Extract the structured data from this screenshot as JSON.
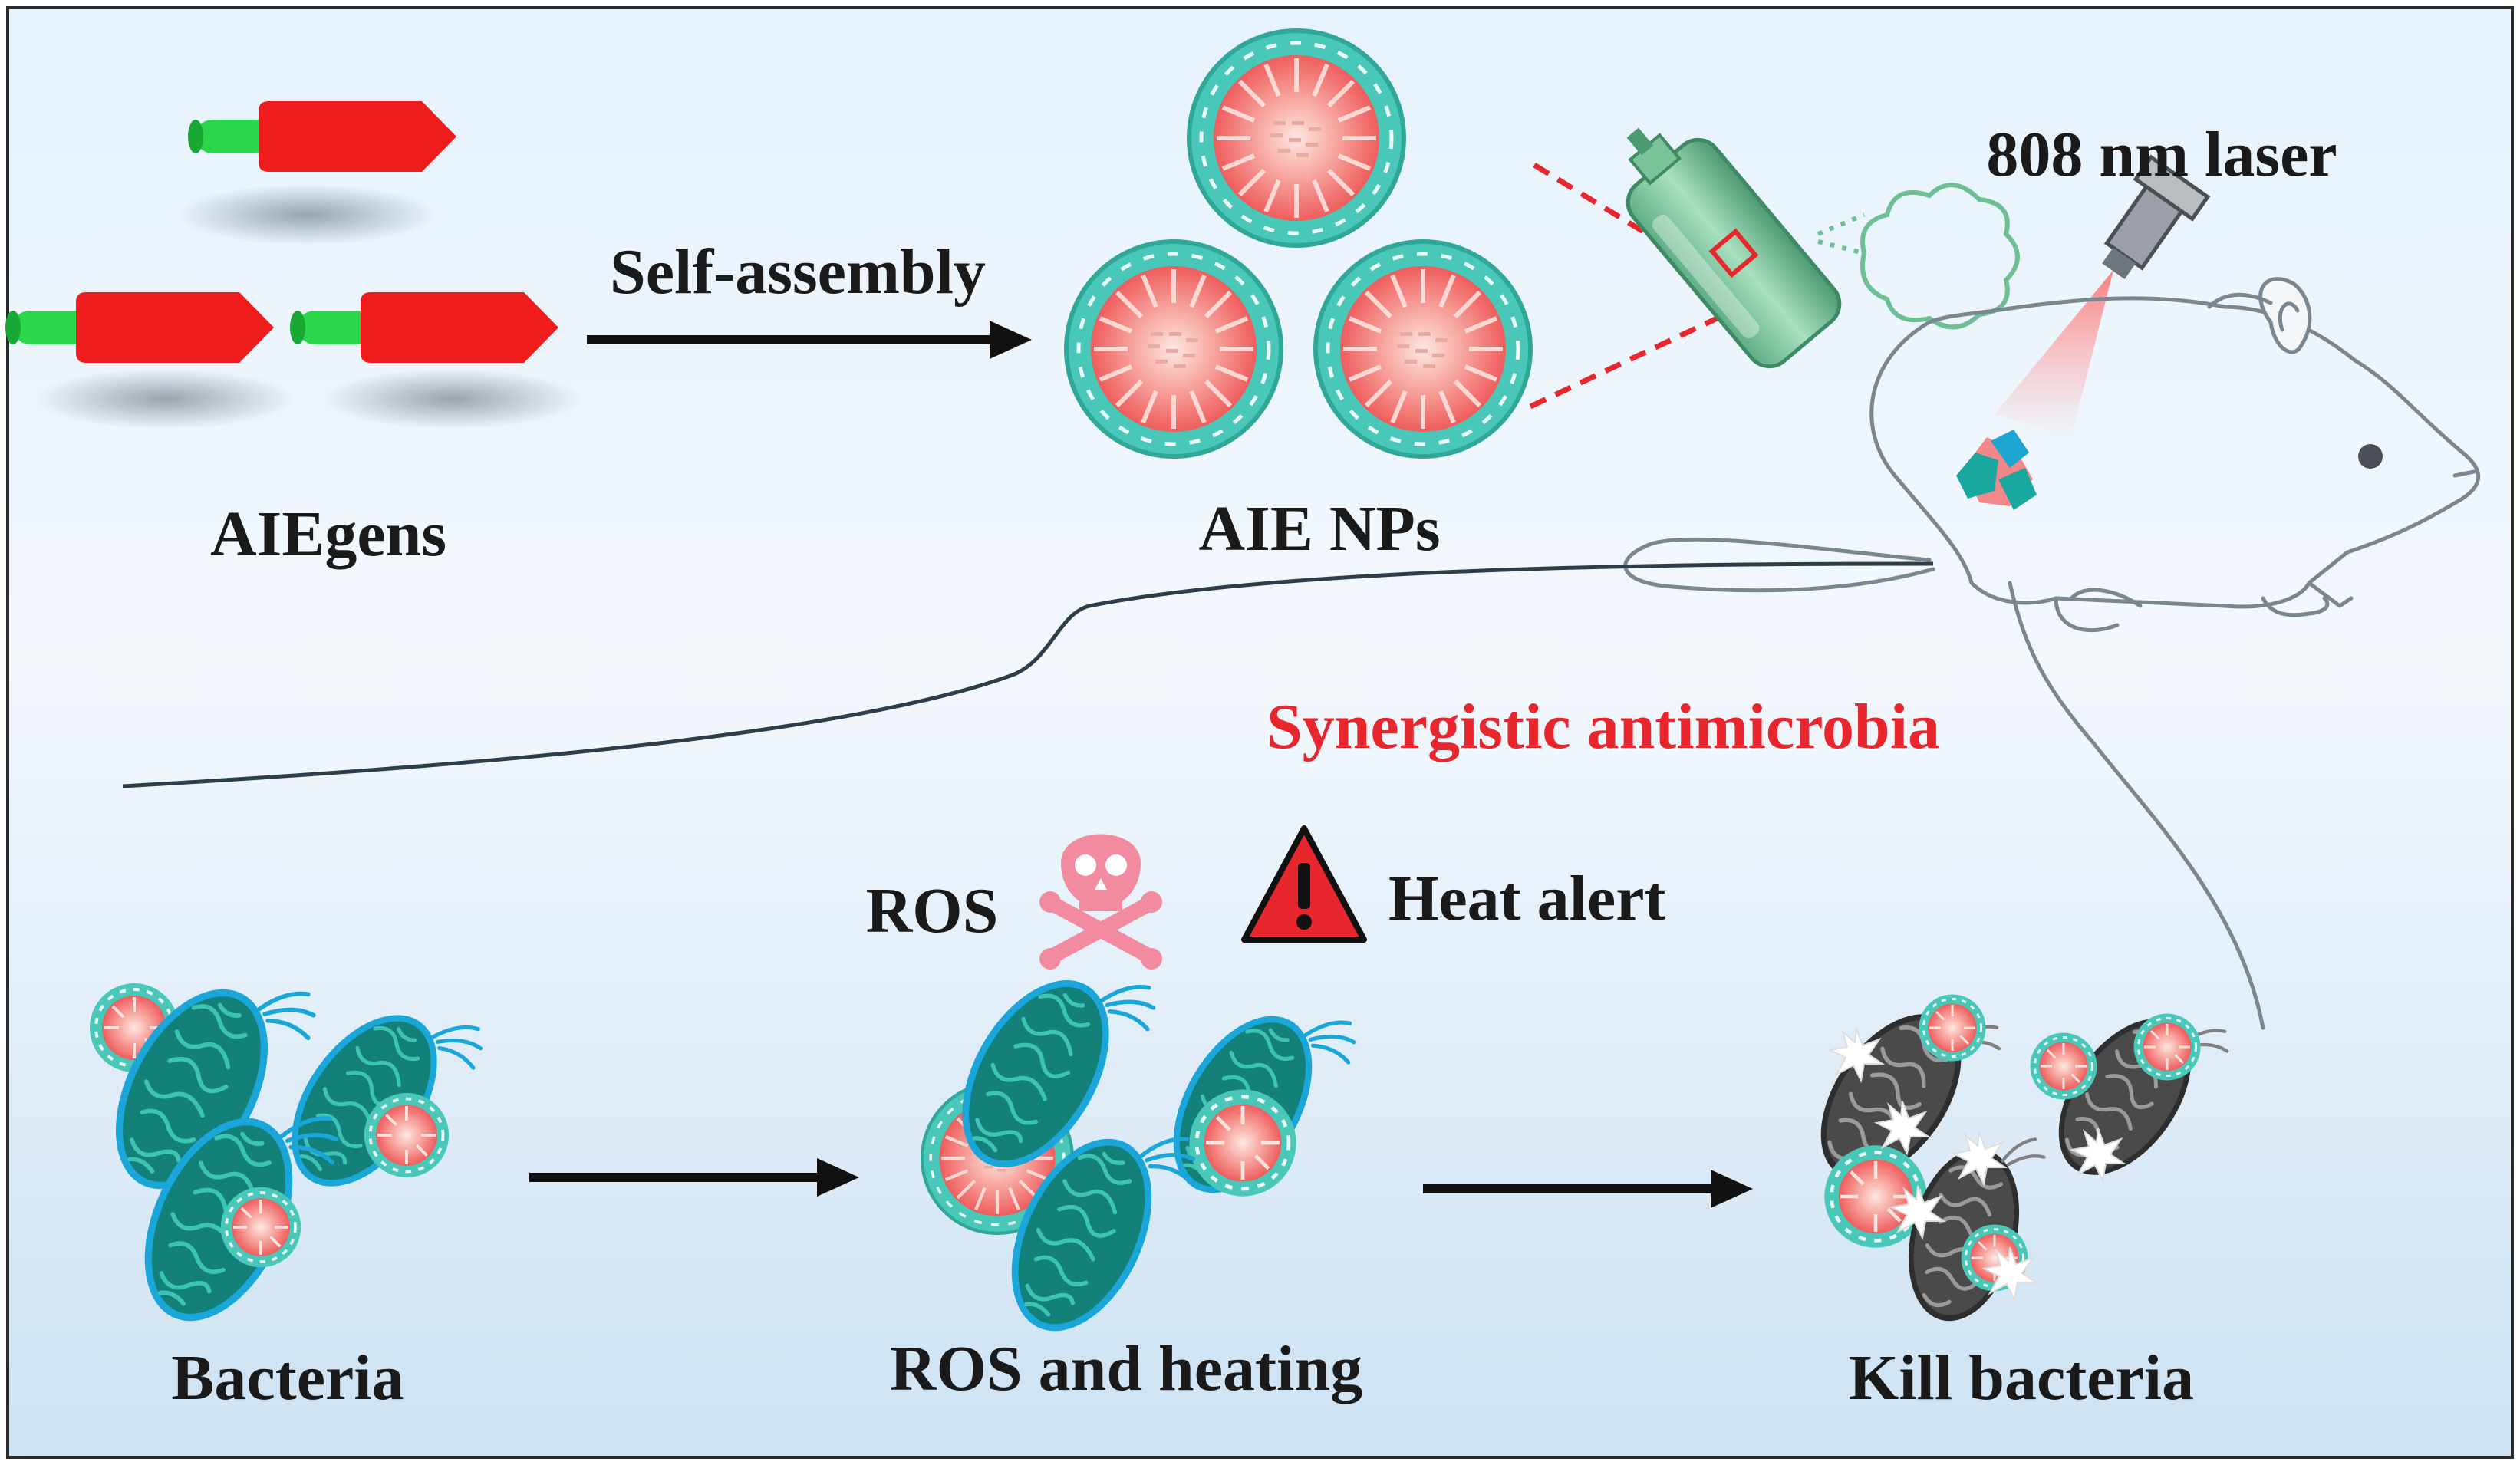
{
  "labels": {
    "aiegens": "AIEgens",
    "self_assembly": "Self-assembly",
    "aie_nps": "AIE NPs",
    "laser": "808 nm laser",
    "synergistic": "Synergistic antimicrobia",
    "ros": "ROS",
    "heat_alert": "Heat alert",
    "bacteria": "Bacteria",
    "ros_heating": "ROS and heating",
    "kill_bacteria": "Kill bacteria"
  },
  "colors": {
    "background_top": "#e4f1fb",
    "background_bottom": "#cfe3f3",
    "aiegen_body": "#ee1c1c",
    "aiegen_head": "#2bd64a",
    "np_core": "#f26b6b",
    "np_shell": "#49c7b9",
    "bacterium": "#15877f",
    "bacterium_outline": "#1aa6d8",
    "dead_bacterium": "#3f3f3f",
    "warning_red": "#e8262d",
    "skull_pink": "#f38ba0",
    "mouse_outline": "#7a8791"
  },
  "icons": [
    "aiegen-molecule-icon",
    "nanoparticle-icon",
    "spray-bottle-icon",
    "laser-emitter-icon",
    "mouse-icon",
    "skull-crossbones-icon",
    "warning-triangle-icon",
    "bacterium-icon",
    "dead-bacterium-icon"
  ]
}
